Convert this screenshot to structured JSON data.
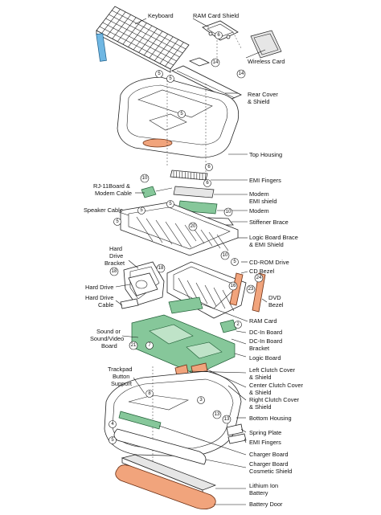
{
  "labels": [
    {
      "id": "keyboard",
      "text": "Keyboard"
    },
    {
      "id": "ram-card-shield",
      "text": "RAM Card Shield"
    },
    {
      "id": "wireless-card",
      "text": "Wireless Card"
    },
    {
      "id": "rear-cover-1",
      "text": "Rear Cover"
    },
    {
      "id": "rear-cover-2",
      "text": "& Shield"
    },
    {
      "id": "top-housing",
      "text": "Top Housing"
    },
    {
      "id": "emi-fingers-top",
      "text": "EMI Fingers"
    },
    {
      "id": "rj11-1",
      "text": "RJ-11Board &"
    },
    {
      "id": "rj11-2",
      "text": "Modem Cable"
    },
    {
      "id": "modem-emi-1",
      "text": "Modem"
    },
    {
      "id": "modem-emi-2",
      "text": "EMI shield"
    },
    {
      "id": "modem",
      "text": "Modem"
    },
    {
      "id": "speaker-cable",
      "text": "Speaker Cable"
    },
    {
      "id": "stiffener-brace",
      "text": "Stiffener Brace"
    },
    {
      "id": "logic-brace-1",
      "text": "Logic Board Brace"
    },
    {
      "id": "logic-brace-2",
      "text": "& EMI Shield"
    },
    {
      "id": "hd-bracket-1",
      "text": "Hard"
    },
    {
      "id": "hd-bracket-2",
      "text": "Drive"
    },
    {
      "id": "hd-bracket-3",
      "text": "Bracket"
    },
    {
      "id": "cdrom-drive",
      "text": "CD-ROM Drive"
    },
    {
      "id": "cd-bezel",
      "text": "CD Bezel"
    },
    {
      "id": "hard-drive",
      "text": "Hard Drive"
    },
    {
      "id": "hd-cable-1",
      "text": "Hard Drive"
    },
    {
      "id": "hd-cable-2",
      "text": "Cable"
    },
    {
      "id": "dvd-bezel-1",
      "text": "DVD"
    },
    {
      "id": "dvd-bezel-2",
      "text": "Bezel"
    },
    {
      "id": "ram-card",
      "text": "RAM Card"
    },
    {
      "id": "sound-1",
      "text": "Sound or"
    },
    {
      "id": "sound-2",
      "text": "Sound/Video"
    },
    {
      "id": "sound-3",
      "text": "Board"
    },
    {
      "id": "dcin-board",
      "text": "DC-In Board"
    },
    {
      "id": "dcin-bracket-1",
      "text": "DC-In Board"
    },
    {
      "id": "dcin-bracket-2",
      "text": "Bracket"
    },
    {
      "id": "logic-board",
      "text": "Logic Board"
    },
    {
      "id": "trackpad-1",
      "text": "Trackpad"
    },
    {
      "id": "trackpad-2",
      "text": "Button"
    },
    {
      "id": "trackpad-3",
      "text": "Support"
    },
    {
      "id": "left-clutch-1",
      "text": "Left Clutch Cover"
    },
    {
      "id": "left-clutch-2",
      "text": "& Shield"
    },
    {
      "id": "center-clutch-1",
      "text": "Center Clutch Cover"
    },
    {
      "id": "center-clutch-2",
      "text": "& Shield"
    },
    {
      "id": "right-clutch-1",
      "text": "Right Clutch Cover"
    },
    {
      "id": "right-clutch-2",
      "text": "& Shield"
    },
    {
      "id": "bottom-housing",
      "text": "Bottom Housing"
    },
    {
      "id": "spring-plate",
      "text": "Spring Plate"
    },
    {
      "id": "emi-fingers-bottom",
      "text": "EMI Fingers"
    },
    {
      "id": "charger-board",
      "text": "Charger Board"
    },
    {
      "id": "charger-shield-1",
      "text": "Charger Board"
    },
    {
      "id": "charger-shield-2",
      "text": "Cosmetic Shield"
    },
    {
      "id": "battery-1",
      "text": "Lithium Ion"
    },
    {
      "id": "battery-2",
      "text": "Battery"
    },
    {
      "id": "battery-door",
      "text": "Battery Door"
    }
  ],
  "callouts": [
    {
      "id": "c-6a",
      "text": "6"
    },
    {
      "id": "c-14a",
      "text": "14"
    },
    {
      "id": "c-14b",
      "text": "14"
    },
    {
      "id": "c-5a",
      "text": "5"
    },
    {
      "id": "c-5b",
      "text": "5"
    },
    {
      "id": "c-5c",
      "text": "5"
    },
    {
      "id": "c-6b",
      "text": "6"
    },
    {
      "id": "c-10a",
      "text": "10"
    },
    {
      "id": "c-6c",
      "text": "6"
    },
    {
      "id": "c-5d",
      "text": "5"
    },
    {
      "id": "c-5e",
      "text": "5"
    },
    {
      "id": "c-5f",
      "text": "5"
    },
    {
      "id": "c-10b",
      "text": "10"
    },
    {
      "id": "c-18a",
      "text": "18"
    },
    {
      "id": "c-10c",
      "text": "10"
    },
    {
      "id": "c-20",
      "text": "20"
    },
    {
      "id": "c-18b",
      "text": "18"
    },
    {
      "id": "c-5g",
      "text": "5"
    },
    {
      "id": "c-16",
      "text": "16"
    },
    {
      "id": "c-23",
      "text": "23"
    },
    {
      "id": "c-24",
      "text": "24"
    },
    {
      "id": "c-2a",
      "text": "2"
    },
    {
      "id": "c-7",
      "text": "7"
    },
    {
      "id": "c-21",
      "text": "21"
    },
    {
      "id": "c-3",
      "text": "3"
    },
    {
      "id": "c-8",
      "text": "8"
    },
    {
      "id": "c-13a",
      "text": "13"
    },
    {
      "id": "c-13b",
      "text": "13"
    },
    {
      "id": "c-4",
      "text": "4"
    },
    {
      "id": "c-5h",
      "text": "5"
    }
  ]
}
